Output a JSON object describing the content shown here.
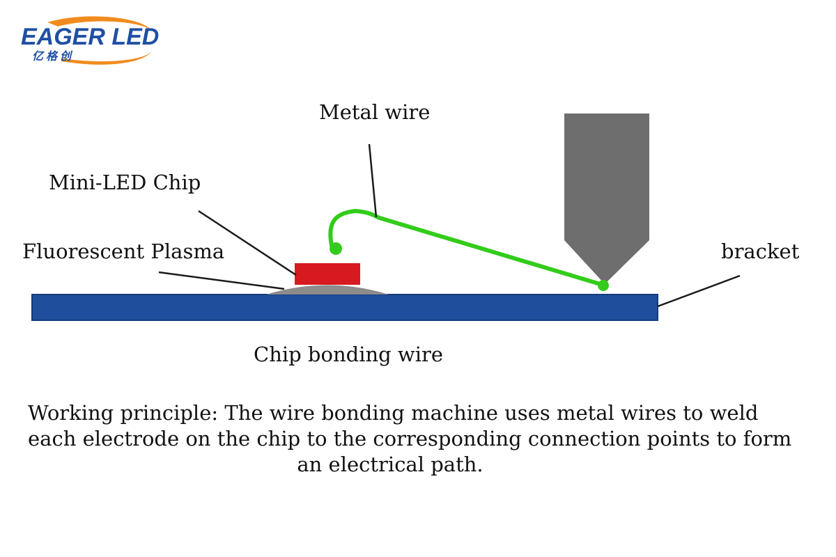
{
  "logo": {
    "brand": "EAGER LED",
    "chinese": "亿格创"
  },
  "labels": {
    "metal_wire": "Metal wire",
    "mini_led_chip": "Mini-LED Chip",
    "fluorescent_plasma": "Fluorescent Plasma",
    "bracket": "bracket",
    "chip_bonding_wire": "Chip bonding wire"
  },
  "caption": {
    "line1": "Working principle: The wire bonding machine uses metal wires to weld",
    "line2": "each electrode on the chip to the corresponding connection points to form",
    "line3": "an electrical path."
  },
  "colors": {
    "bracket": "#1f4e9c",
    "chip": "#d71920",
    "wire": "#33cc1a",
    "tool": "#6e6e6e",
    "plasma": "#8c8c8c",
    "logo_blue": "#1f4fa3",
    "logo_orange": "#f08c1e"
  }
}
